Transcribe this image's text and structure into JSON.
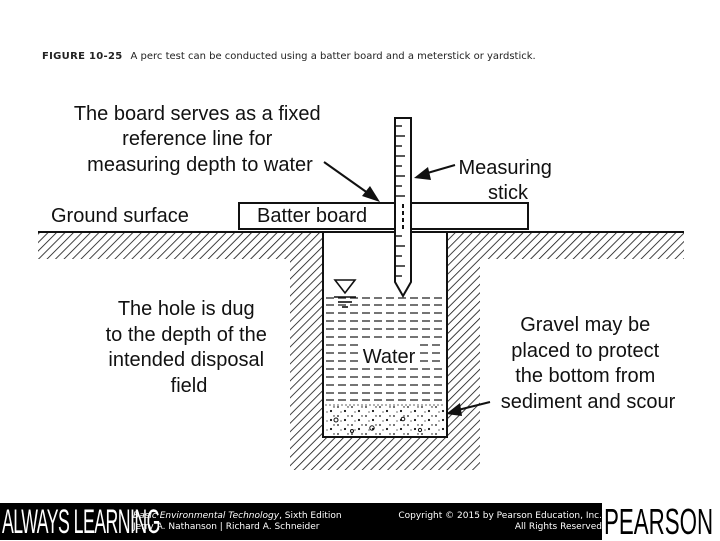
{
  "caption": {
    "figure_number": "FIGURE 10-25",
    "text": "A perc test can be conducted using a batter board and a meterstick or yardstick."
  },
  "labels": {
    "fixed_reference": [
      "The board serves as a fixed",
      "reference line for",
      "measuring depth to water"
    ],
    "measuring_stick": [
      "Measuring",
      "stick"
    ],
    "ground_surface": "Ground surface",
    "batter_board": "Batter board",
    "hole_dug": [
      "The hole is dug",
      "to the depth of the",
      "intended disposal",
      "field"
    ],
    "water": "Water",
    "gravel": [
      "Gravel may be",
      "placed to protect",
      "the bottom from",
      "sediment and scour"
    ]
  },
  "footer": {
    "brand_left": "ALWAYS LEARNING",
    "book_title": "Basic Environmental Technology",
    "book_edition": ", Sixth Edition",
    "authors": "Jerry A. Nathanson | Richard A. Schneider",
    "copyright": "Copyright © 2015 by Pearson Education, Inc.",
    "rights": "All Rights Reserved",
    "brand_right": "PEARSON"
  }
}
